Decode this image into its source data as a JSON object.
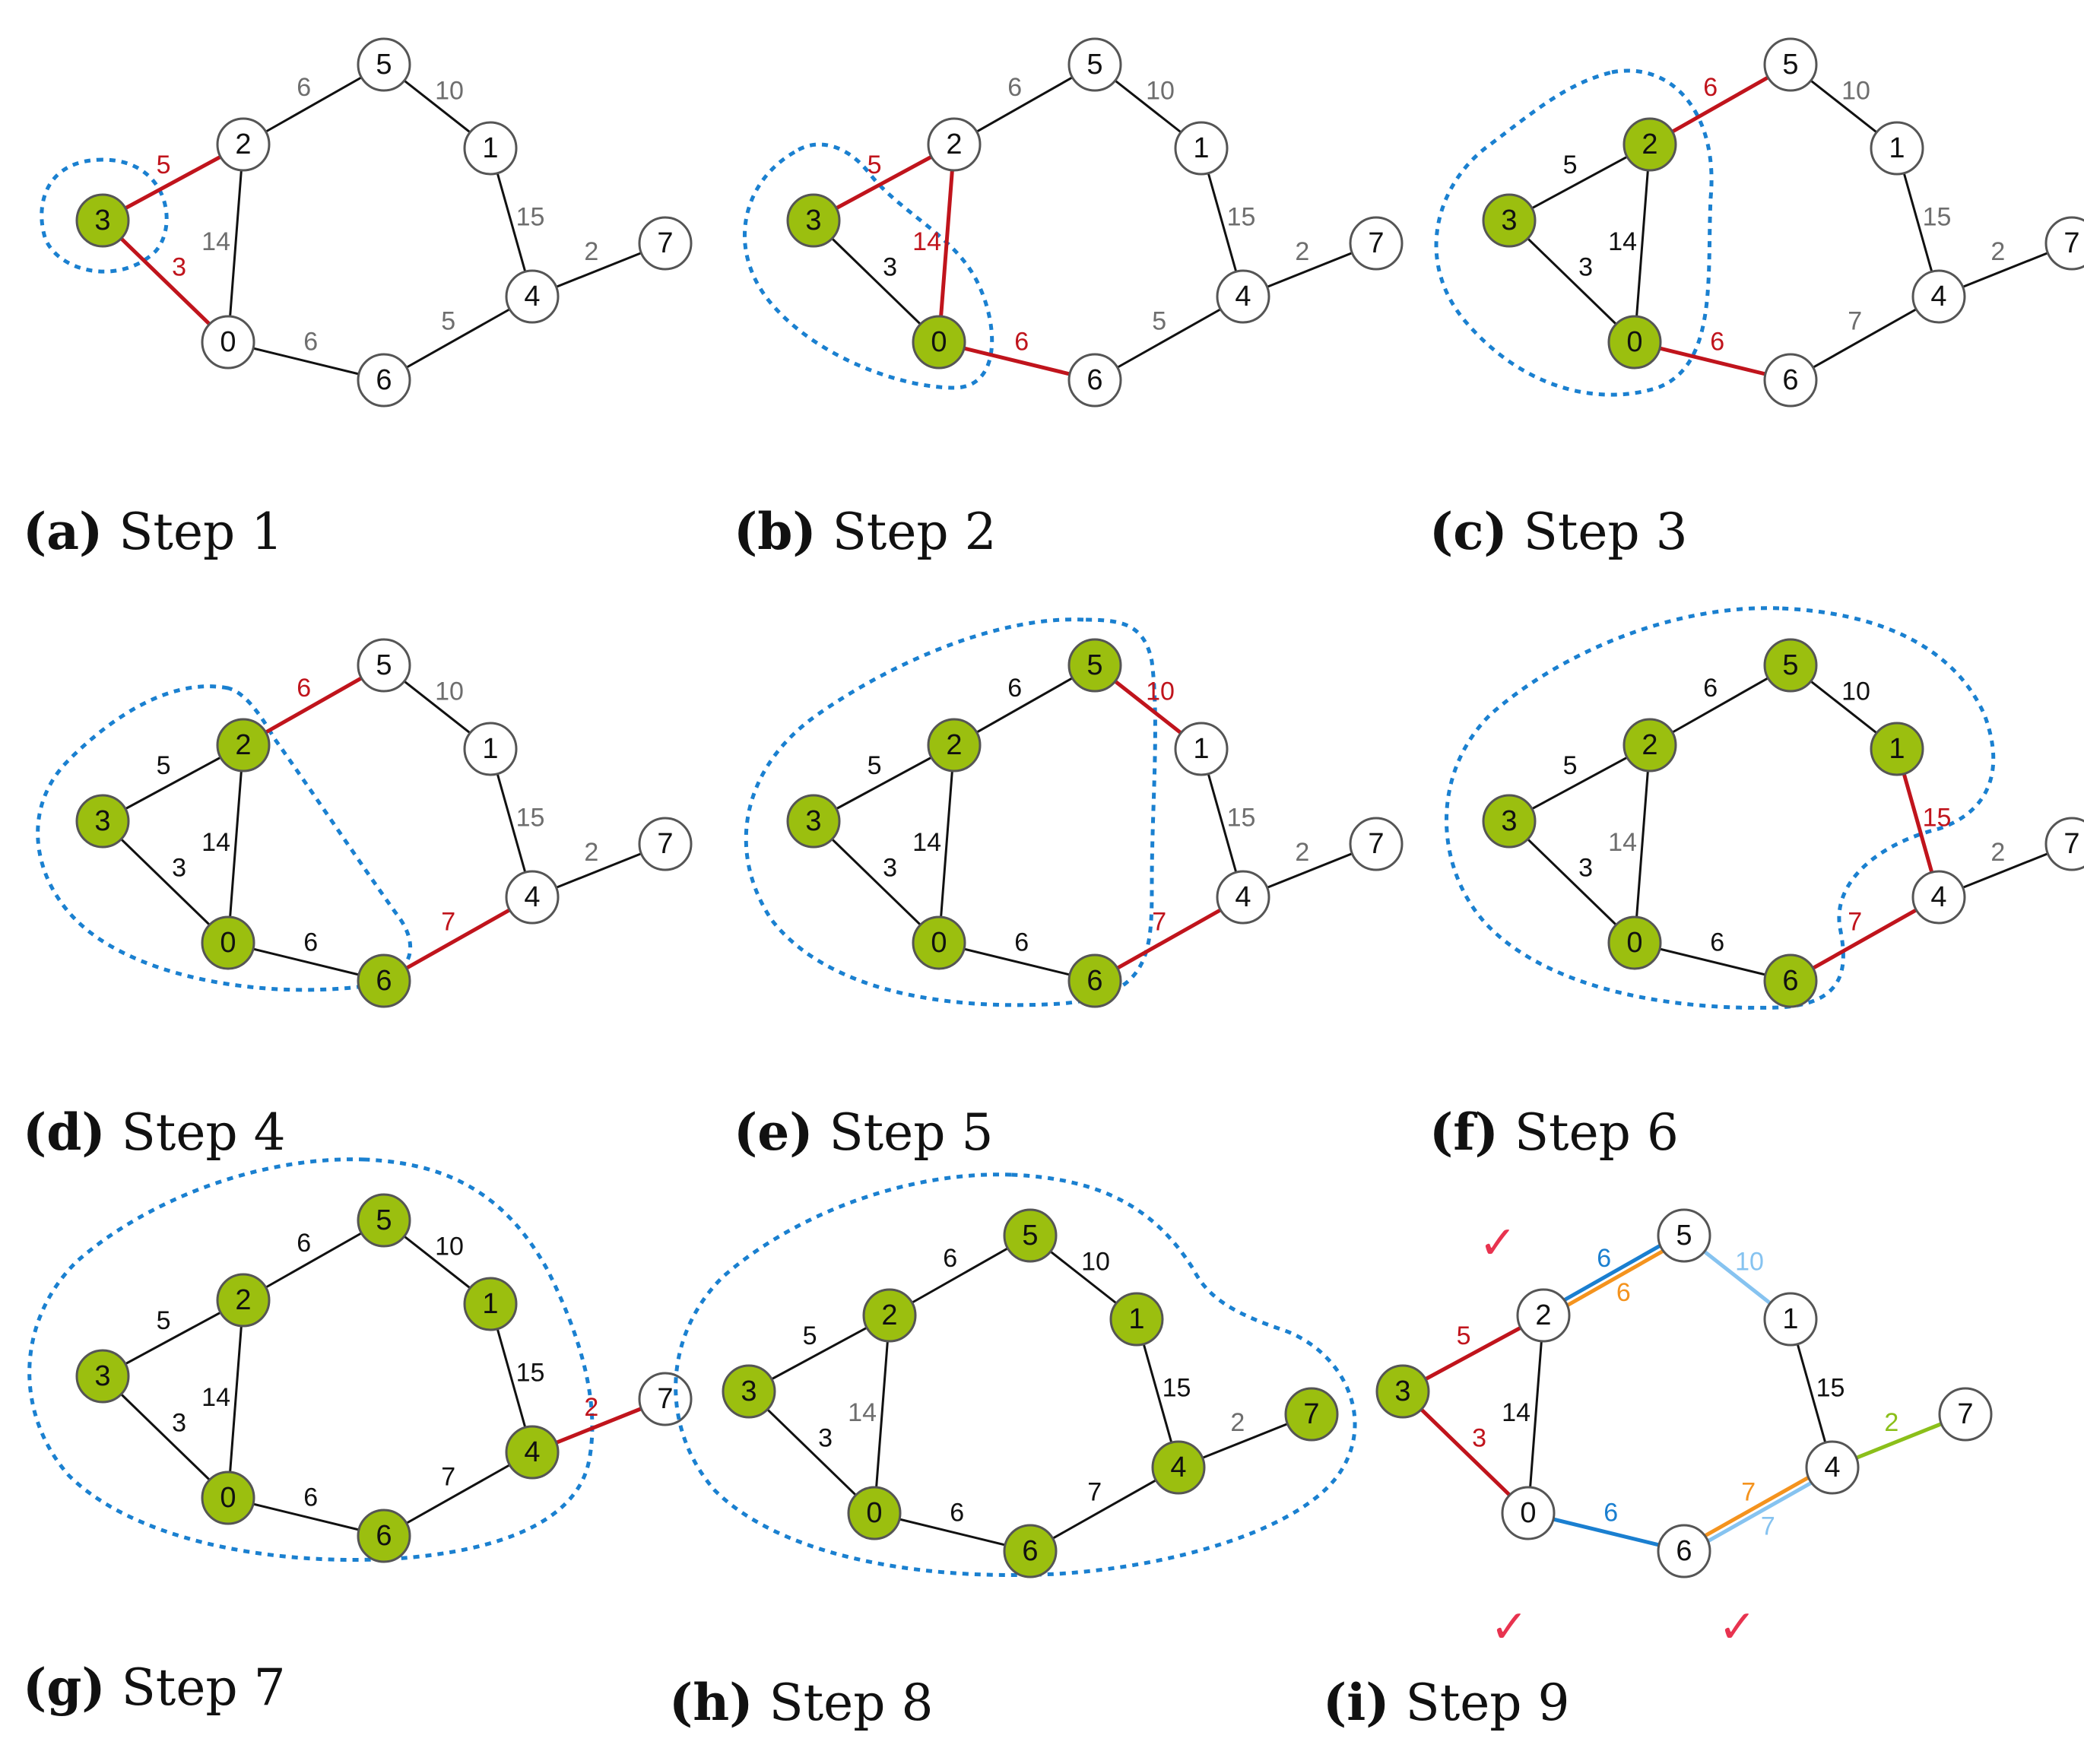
{
  "colors": {
    "selected_fill": "#9bbf0f",
    "node_stroke": "#555555",
    "edge_default": "#111111",
    "edge_candidate": "#c0141c",
    "label_gray": "#6e6e6e",
    "cluster_outline": "#1a80d0",
    "path_blue": "#1a7fd0",
    "path_orange": "#f4931e",
    "path_lightblue": "#86c3f0",
    "path_green": "#8bbf1a",
    "check": "#e8334f"
  },
  "nodes": [
    {
      "id": "0",
      "label": "0"
    },
    {
      "id": "1",
      "label": "1"
    },
    {
      "id": "2",
      "label": "2"
    },
    {
      "id": "3",
      "label": "3"
    },
    {
      "id": "4",
      "label": "4"
    },
    {
      "id": "5",
      "label": "5"
    },
    {
      "id": "6",
      "label": "6"
    },
    {
      "id": "7",
      "label": "7"
    }
  ],
  "edges": [
    {
      "id": "3-2",
      "from": "3",
      "to": "2"
    },
    {
      "id": "3-0",
      "from": "3",
      "to": "0"
    },
    {
      "id": "2-0",
      "from": "2",
      "to": "0"
    },
    {
      "id": "2-5",
      "from": "2",
      "to": "5"
    },
    {
      "id": "5-1",
      "from": "5",
      "to": "1"
    },
    {
      "id": "1-4",
      "from": "1",
      "to": "4"
    },
    {
      "id": "4-7",
      "from": "4",
      "to": "7"
    },
    {
      "id": "0-6",
      "from": "0",
      "to": "6"
    },
    {
      "id": "6-4",
      "from": "6",
      "to": "4"
    }
  ],
  "panels": [
    {
      "label": "(a)",
      "title": "Step 1",
      "selected": [
        "3"
      ],
      "weights": {
        "3-2": "5",
        "3-0": "3",
        "2-0": "14",
        "2-5": "6",
        "5-1": "10",
        "1-4": "15",
        "4-7": "2",
        "0-6": "6",
        "6-4": "5"
      },
      "edge_style": {
        "3-2": "candidate",
        "3-0": "candidate"
      },
      "label_style": {
        "3-2": "candidate",
        "3-0": "candidate",
        "2-0": "gray",
        "2-5": "gray",
        "5-1": "gray",
        "1-4": "gray",
        "4-7": "gray",
        "0-6": "gray",
        "6-4": "gray"
      }
    },
    {
      "label": "(b)",
      "title": "Step 2",
      "selected": [
        "3",
        "0"
      ],
      "weights": {
        "3-2": "5",
        "3-0": "3",
        "2-0": "14",
        "2-5": "6",
        "5-1": "10",
        "1-4": "15",
        "4-7": "2",
        "0-6": "6",
        "6-4": "5"
      },
      "edge_style": {
        "3-2": "candidate",
        "2-0": "candidate",
        "0-6": "candidate"
      },
      "label_style": {
        "3-2": "candidate",
        "2-0": "candidate",
        "0-6": "candidate",
        "2-5": "gray",
        "5-1": "gray",
        "1-4": "gray",
        "4-7": "gray",
        "6-4": "gray"
      }
    },
    {
      "label": "(c)",
      "title": "Step 3",
      "selected": [
        "3",
        "0",
        "2"
      ],
      "weights": {
        "3-2": "5",
        "3-0": "3",
        "2-0": "14",
        "2-5": "6",
        "5-1": "10",
        "1-4": "15",
        "4-7": "2",
        "0-6": "6",
        "6-4": "7"
      },
      "edge_style": {
        "2-5": "candidate",
        "0-6": "candidate"
      },
      "label_style": {
        "2-5": "candidate",
        "0-6": "candidate",
        "5-1": "gray",
        "1-4": "gray",
        "4-7": "gray",
        "6-4": "gray"
      }
    },
    {
      "label": "(d)",
      "title": "Step 4",
      "selected": [
        "3",
        "0",
        "2",
        "6"
      ],
      "weights": {
        "3-2": "5",
        "3-0": "3",
        "2-0": "14",
        "2-5": "6",
        "5-1": "10",
        "1-4": "15",
        "4-7": "2",
        "0-6": "6",
        "6-4": "7"
      },
      "edge_style": {
        "2-5": "candidate",
        "6-4": "candidate"
      },
      "label_style": {
        "2-5": "candidate",
        "6-4": "candidate",
        "5-1": "gray",
        "1-4": "gray",
        "4-7": "gray"
      }
    },
    {
      "label": "(e)",
      "title": "Step 5",
      "selected": [
        "3",
        "0",
        "2",
        "6",
        "5"
      ],
      "weights": {
        "3-2": "5",
        "3-0": "3",
        "2-0": "14",
        "2-5": "6",
        "5-1": "10",
        "1-4": "15",
        "4-7": "2",
        "0-6": "6",
        "6-4": "7"
      },
      "edge_style": {
        "5-1": "candidate",
        "6-4": "candidate"
      },
      "label_style": {
        "5-1": "candidate",
        "6-4": "candidate",
        "1-4": "gray",
        "4-7": "gray"
      }
    },
    {
      "label": "(f)",
      "title": "Step 6",
      "selected": [
        "3",
        "0",
        "2",
        "6",
        "5",
        "1"
      ],
      "weights": {
        "3-2": "5",
        "3-0": "3",
        "2-0": "14",
        "2-5": "6",
        "5-1": "10",
        "1-4": "15",
        "4-7": "2",
        "0-6": "6",
        "6-4": "7"
      },
      "edge_style": {
        "1-4": "candidate",
        "6-4": "candidate"
      },
      "label_style": {
        "1-4": "candidate",
        "6-4": "candidate",
        "2-0": "gray",
        "4-7": "gray"
      }
    },
    {
      "label": "(g)",
      "title": "Step 7",
      "selected": [
        "3",
        "0",
        "2",
        "6",
        "5",
        "1",
        "4"
      ],
      "weights": {
        "3-2": "5",
        "3-0": "3",
        "2-0": "14",
        "2-5": "6",
        "5-1": "10",
        "1-4": "15",
        "4-7": "2",
        "0-6": "6",
        "6-4": "7"
      },
      "edge_style": {
        "4-7": "candidate"
      },
      "label_style": {
        "4-7": "candidate"
      }
    },
    {
      "label": "(h)",
      "title": "Step 8",
      "selected": [
        "3",
        "0",
        "2",
        "6",
        "5",
        "1",
        "4",
        "7"
      ],
      "weights": {
        "3-2": "5",
        "3-0": "3",
        "2-0": "14",
        "2-5": "6",
        "5-1": "10",
        "1-4": "15",
        "4-7": "2",
        "0-6": "6",
        "6-4": "7"
      },
      "edge_style": {},
      "label_style": {
        "2-0": "gray",
        "4-7": "gray"
      }
    },
    {
      "label": "(i)",
      "title": "Step 9",
      "selected": [
        "3"
      ],
      "weights": {
        "3-2": "5",
        "3-0": "3",
        "2-0": "14",
        "2-5": "6",
        "5-1": "10",
        "1-4": "15",
        "4-7": "2",
        "0-6": "6",
        "6-4": "7"
      },
      "extra_weights": {
        "2-5": "6",
        "6-4": "7"
      },
      "edge_style": {
        "3-2": "candidate",
        "3-0": "candidate",
        "2-5": "double-blue-orange",
        "5-1": "lightblue",
        "4-7": "green",
        "0-6": "blue",
        "6-4": "double-orange-lightblue"
      },
      "label_style": {
        "3-2": "candidate",
        "3-0": "candidate",
        "2-5": "blue",
        "2-5x": "orange",
        "5-1": "lightblue",
        "4-7": "green",
        "0-6": "blue",
        "6-4": "orange",
        "6-4x": "lightblue"
      },
      "checks": [
        "✓",
        "✓",
        "✓"
      ]
    }
  ]
}
